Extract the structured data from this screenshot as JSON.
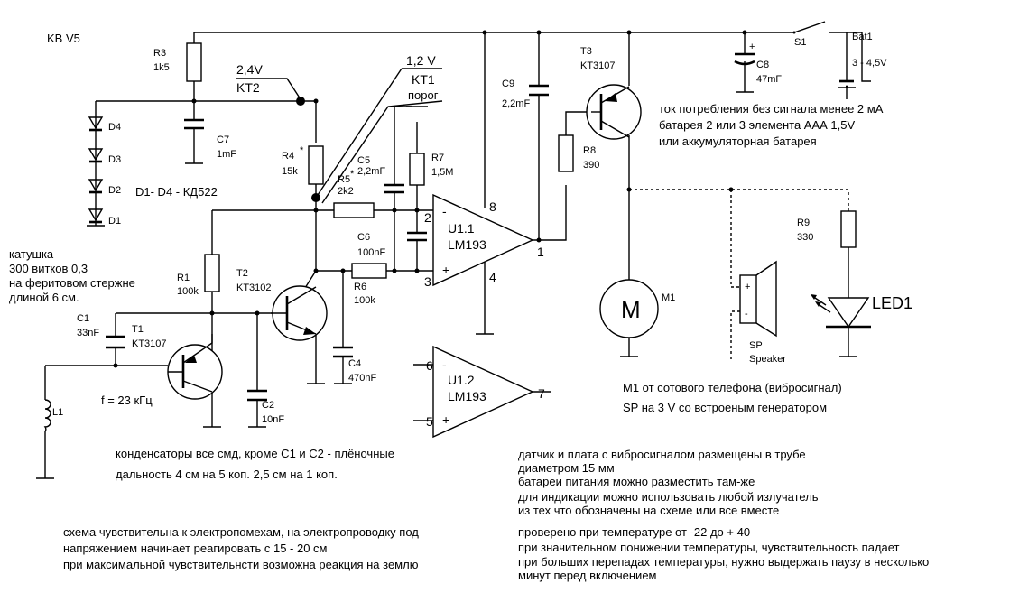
{
  "title": "KB V5",
  "components": {
    "r3": {
      "ref": "R3",
      "value": "1k5"
    },
    "r1": {
      "ref": "R1",
      "value": "100k"
    },
    "r4": {
      "ref": "R4",
      "mark": "*",
      "value": "15k"
    },
    "r5": {
      "ref": "R5",
      "mark": "*",
      "value": "2k2"
    },
    "r6": {
      "ref": "R6",
      "value": "100k"
    },
    "r7": {
      "ref": "R7",
      "value": "1,5M"
    },
    "r8": {
      "ref": "R8",
      "value": "390"
    },
    "r9": {
      "ref": "R9",
      "value": "330"
    },
    "c1": {
      "ref": "C1",
      "value": "33nF"
    },
    "c2": {
      "ref": "C2",
      "value": "10nF"
    },
    "c4": {
      "ref": "C4",
      "value": "470nF"
    },
    "c5": {
      "ref": "C5",
      "value": "2,2mF"
    },
    "c6": {
      "ref": "C6",
      "value": "100nF"
    },
    "c7": {
      "ref": "C7",
      "value": "1mF"
    },
    "c8": {
      "ref": "C8",
      "value": "47mF",
      "plus": "+"
    },
    "c9": {
      "ref": "C9",
      "value": "2,2mF"
    },
    "t1": {
      "ref": "T1",
      "value": "KT3107"
    },
    "t2": {
      "ref": "T2",
      "value": "KT3102"
    },
    "t3": {
      "ref": "T3",
      "value": "KT3107"
    },
    "u11": {
      "ref": "U1.1",
      "value": "LM193",
      "pin_minus": "-",
      "pin_plus": "+",
      "pin_in_minus": "2",
      "pin_in_plus": "3",
      "pin_out": "1",
      "pin_vcc": "8",
      "pin_gnd": "4"
    },
    "u12": {
      "ref": "U1.2",
      "value": "LM193",
      "pin_minus": "-",
      "pin_plus": "+",
      "pin_in_minus": "6",
      "pin_in_plus": "5",
      "pin_out": "7"
    },
    "s1": {
      "ref": "S1"
    },
    "bat1": {
      "ref": "Bat1",
      "value": "3 - 4,5V"
    },
    "l1": {
      "ref": "L1"
    },
    "m1": {
      "ref": "M1",
      "symbol": "M"
    },
    "sp": {
      "ref": "SP",
      "name": "Speaker",
      "plus": "+",
      "minus": "-"
    },
    "led1": {
      "ref": "LED1"
    },
    "diodes": {
      "d1": "D1",
      "d2": "D2",
      "d3": "D3",
      "d4": "D4",
      "group": "D1- D4 - КД522"
    }
  },
  "test_points": {
    "kt2": {
      "voltage": "2,4V",
      "label": "KT2"
    },
    "kt1": {
      "voltage": "1,2 V",
      "label": "KT1",
      "sub": "порог"
    }
  },
  "frequency": "f = 23 кГц",
  "coil_note": [
    "катушка",
    "300 витков 0,3",
    "на феритовом стержне",
    "длиной 6 см."
  ],
  "current_note": [
    "ток потребления без сигнала менее 2 мА",
    "батарея 2 или 3  элемента ААА 1,5V",
    "или аккумуляторная батарея"
  ],
  "m1_note": [
    "M1 от сотового телефона (вибросигнал)",
    "SP на 3 V со встроеным генератором"
  ],
  "caps_note": "конденсаторы все смд, кроме С1 и С2 - плёночные",
  "range_note": "дальность 4 см на 5 коп.  2,5 см на 1 коп.",
  "placement_note": [
    "датчик и плата с вибросигналом размещены в трубе",
    "диаметром 15 мм",
    "батареи питания можно разместить там-же",
    "для индикации можно использовать любой излучатель",
    "из тех что обозначены на схеме или все вместе"
  ],
  "interference_note": [
    "схема чувствительна к электропомехам, на электропроводку под",
    "напряжением начинает реагировать с 15 - 20 см",
    "при максимальной чувствительнсти возможна реакция на землю"
  ],
  "temperature_note": [
    "проверено при температуре от -22 до + 40",
    "при значительном  понижении температуры, чувствительность падает",
    "при больших перепадах температуры, нужно выдержать паузу в несколько",
    "минут перед включением"
  ]
}
